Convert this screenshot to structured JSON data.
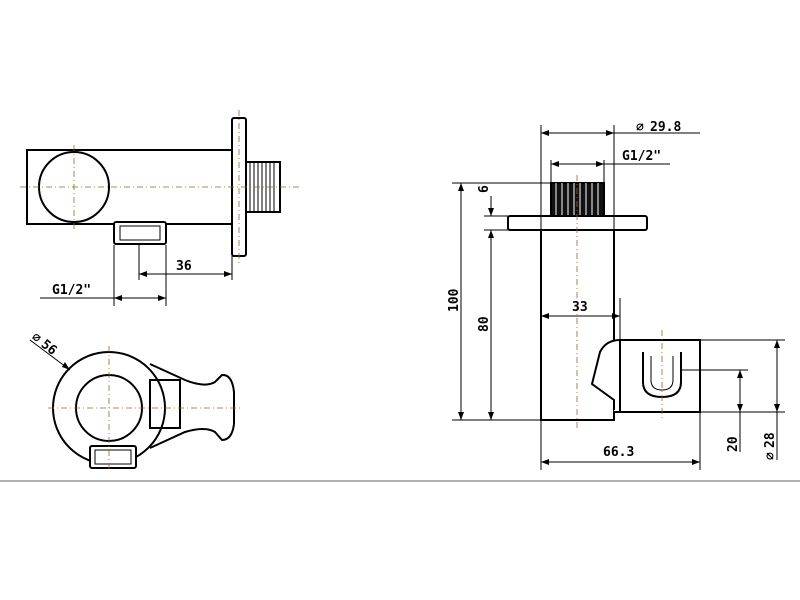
{
  "views": {
    "front": {
      "dim_width": "36",
      "dim_thread": "G1/2\""
    },
    "bottom": {
      "dim_diameter": "56"
    },
    "side": {
      "dim_flange": "29.8",
      "dim_thread": "G1/2\"",
      "dim_overall_height": "100",
      "dim_body_height": "80",
      "dim_thread_length": "6",
      "dim_offset": "33",
      "dim_depth": "66.3",
      "dim_holder_height": "20",
      "dim_holder_diameter": "28"
    }
  },
  "symbols": {
    "diameter": "⌀"
  }
}
